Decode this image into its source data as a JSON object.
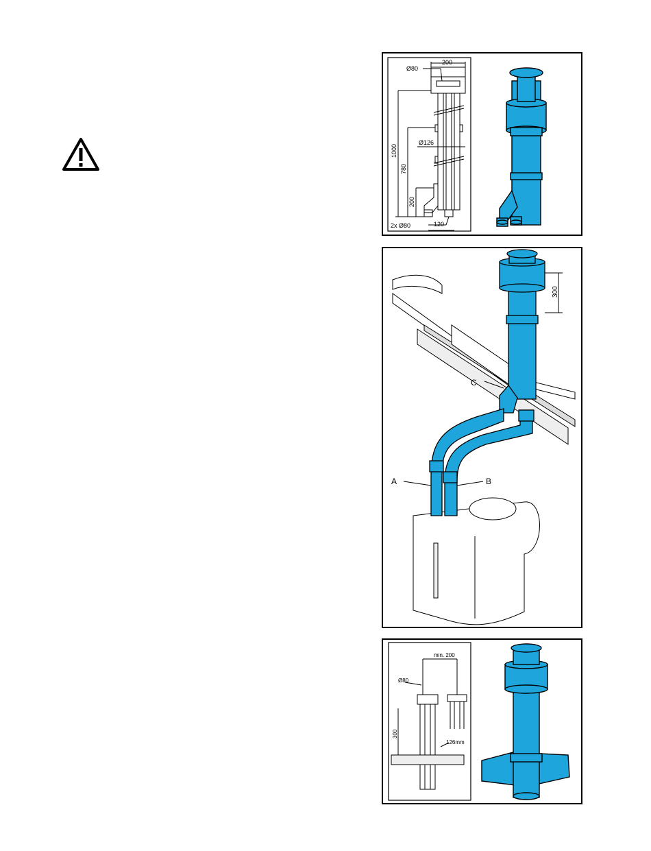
{
  "warning_icon": "warning-triangle-icon",
  "pipe_color": "#1ea6dc",
  "figure_top": {
    "dim_width": "200",
    "dim_top_diameter": "Ø80",
    "dim_height_total": "1000",
    "dim_height_mid": "780",
    "dim_height_low": "200",
    "dim_pipe_diameter": "Ø126",
    "dim_outlets": "2x Ø80",
    "dim_outlet_spacing": "120"
  },
  "figure_mid": {
    "dim_terminal_height": "300",
    "label_a": "A",
    "label_b": "B",
    "label_c": "C"
  },
  "figure_bot": {
    "dim_min_distance": "min. 200",
    "dim_top_diameter": "Ø80",
    "dim_height": "300",
    "dim_pipe": "126mm"
  }
}
